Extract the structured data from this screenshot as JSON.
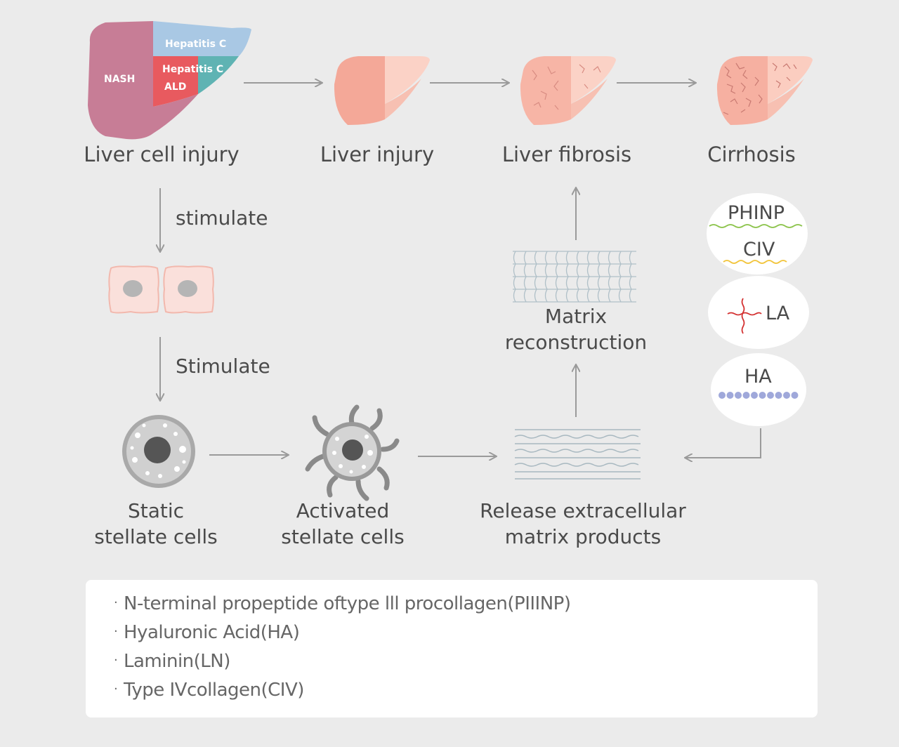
{
  "stages": [
    {
      "label": "Liver cell injury"
    },
    {
      "label": "Liver injury"
    },
    {
      "label": "Liver fibrosis"
    },
    {
      "label": "Cirrhosis"
    }
  ],
  "liver_causes": {
    "nash": "NASH",
    "hepatitis_c_top": "Hepatitis C",
    "hepatitis_c_mid": "Hepatitis C",
    "ald": "ALD"
  },
  "arrows": {
    "stimulate_1": "stimulate",
    "stimulate_2": "Stimulate"
  },
  "cells": {
    "static_line1": "Static",
    "static_line2": "stellate cells",
    "activated_line1": "Activated",
    "activated_line2": "stellate cells"
  },
  "matrix": {
    "release_line1": "Release extracellular",
    "release_line2": "matrix products",
    "reconstruction_line1": "Matrix",
    "reconstruction_line2": "reconstruction"
  },
  "markers": [
    {
      "name": "PHINP",
      "color": "#8bc34a"
    },
    {
      "name": "CIV",
      "color": "#f2c53d"
    },
    {
      "name": "LA",
      "color": "#d32f2f"
    },
    {
      "name": "HA",
      "color": "#9fa8da"
    }
  ],
  "colors": {
    "nash": "#c77d96",
    "hepatitis_c_top": "#a9c8e4",
    "hepatitis_c_mid": "#e85a5f",
    "teal": "#5fb3b3",
    "liver_pink": "#f6b7a8",
    "arrow": "#9a9a9a"
  },
  "info_list": [
    "N-terminal propeptide oftype lll procollagen(PIIINP)",
    "Hyaluronic Acid(HA)",
    "Laminin(LN)",
    "Type IVcollagen(CIV)"
  ]
}
